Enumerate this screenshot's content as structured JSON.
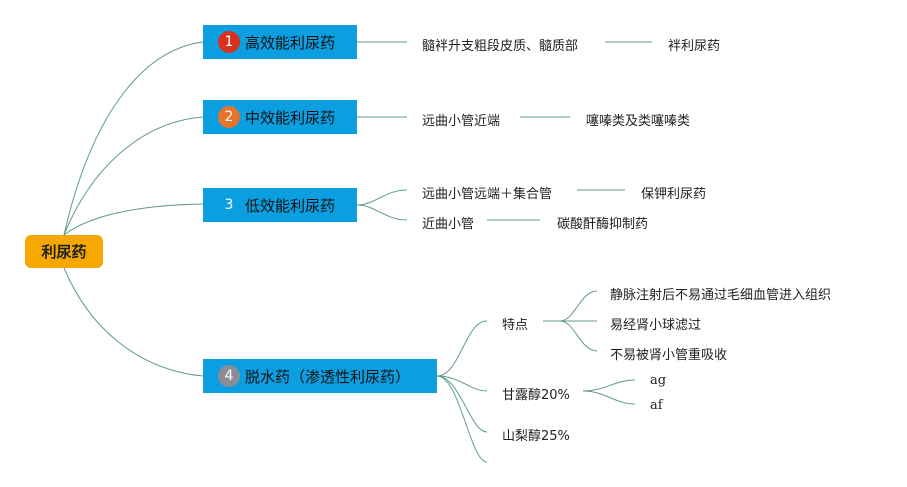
{
  "root": {
    "label": "利尿药"
  },
  "categories": [
    {
      "badge": "1",
      "badge_color": "#d8321f",
      "label": "高效能利尿药",
      "site": "髓袢升支粗段皮质、髓质部",
      "drug": "袢利尿药"
    },
    {
      "badge": "2",
      "badge_color": "#e8732a",
      "label": "中效能利尿药",
      "site": "远曲小管近端",
      "drug": "噻嗪类及类噻嗪类"
    },
    {
      "badge": "3",
      "badge_color": "#0b9ee0",
      "label": "低效能利尿药",
      "items": [
        {
          "site": "远曲小管远端＋集合管",
          "drug": "保钾利尿药"
        },
        {
          "site": "近曲小管",
          "drug": "碳酸酐酶抑制药"
        }
      ]
    },
    {
      "badge": "4",
      "badge_color": "#8a8f95",
      "label": "脱水药（渗透性利尿药）",
      "feature_label": "特点",
      "features": [
        "静脉注射后不易通过毛细血管进入组织",
        "易经肾小球滤过",
        "不易被肾小管重吸收"
      ],
      "mannitol": "甘露醇20%",
      "mannitol_children": [
        "ag",
        "af"
      ],
      "sorbitol": "山梨醇25%"
    }
  ]
}
